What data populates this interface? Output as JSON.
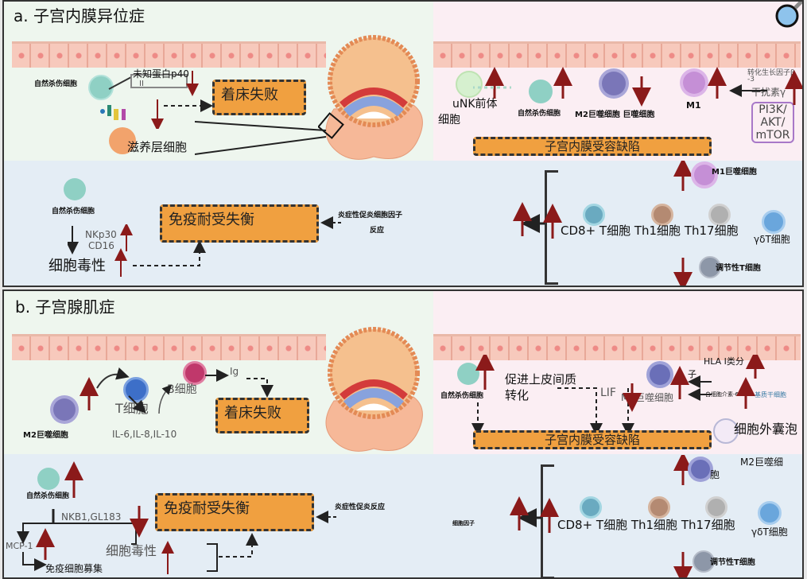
{
  "panel_a": {
    "title": "a. 子宫内膜异位症",
    "nk_cell_top": "自然杀伤细胞",
    "unknown_protein": "未知蛋白p40",
    "receptor_label": "II",
    "implant_failure": "着床失败",
    "trophoblast": "滋养层细胞",
    "unk_precursor": "uNK前体",
    "unk_precursor_2": "细胞",
    "nk_cell_right": "自然杀伤细胞",
    "m2_macrophage": "M2巨噬细胞 巨噬细胞",
    "m1": "M1",
    "tgf": "转化生长因子β",
    "tgf_2": "-3",
    "ifn": "干扰素γ",
    "pathway": [
      "PI3K/",
      "AKT/",
      "mTOR"
    ],
    "receptivity_defect": "子宫内膜受容缺陷",
    "nk_cell_bottom": "自然杀伤细胞",
    "nkp30": "NKp30",
    "cd16": "CD16",
    "cytotoxicity": "细胞毒性",
    "immune_tolerance": "免疫耐受失衡",
    "inflammatory": "炎症性促炎细胞因子",
    "inflammatory_2": "反应",
    "m1_macrophage": "M1巨噬细胞",
    "t_cells": "CD8+ T细胞 Th1细胞 Th17细胞",
    "gd_t": "γδT细胞",
    "treg": "调节性T细胞"
  },
  "panel_b": {
    "title": "b. 子宫腺肌症",
    "b_cell": "B细胞",
    "ig": "Ig",
    "t_cell": "T细胞",
    "interleukins": "IL-6,IL-8,IL-10",
    "m2_macrophage_left": "M2巨噬细胞",
    "implant_failure": "着床失败",
    "nk_cell_right": "自然杀伤细胞",
    "emt": "促进上皮间质",
    "emt_2": "转化",
    "lif": "LIF",
    "m2_macrophage_mid": "M2巨噬细胞",
    "hla": "HLA I类分",
    "hla_2": "子",
    "il6": "白细胞介素-6",
    "stromal": "基质干细胞",
    "exosome": "细胞外囊泡",
    "receptivity_defect": "子宫内膜受容缺陷",
    "nk_cell_bottom": "自然杀伤细胞",
    "nkb1": "NKB1,GL183",
    "mcp1": "MCP-1",
    "cytotoxicity": "细胞毒性",
    "recruitment": "免疫细胞募集",
    "immune_tolerance": "免疫耐受失衡",
    "inflammatory": "炎症性促炎反应",
    "cytokine": "细胞因子",
    "m2_macrophage_br": "M2巨噬细",
    "m2_macrophage_br_2": "胞",
    "t_cells": "CD8+ T细胞 Th1细胞 Th17细胞",
    "gd_t": "γδT细胞",
    "treg": "调节性T细胞"
  },
  "colors": {
    "up_arrow": "#8b1a1a",
    "box_fill": "#f0a040",
    "nk_cell": "#8fd0c4",
    "m2_cell": "#7a76b8",
    "m1_cell": "#c58fd6"
  }
}
